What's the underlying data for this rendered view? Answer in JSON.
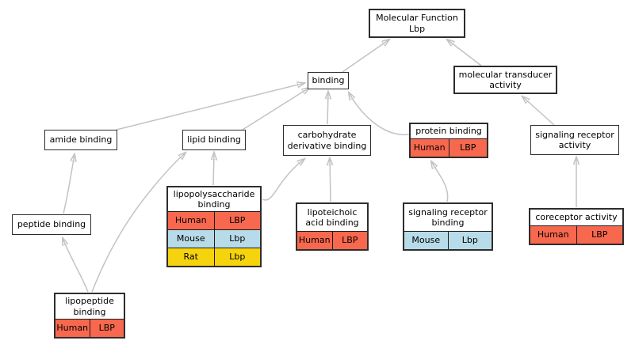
{
  "diagram": {
    "type": "gene-ontology-graph",
    "root_label": "Molecular Function Lbp"
  },
  "colors": {
    "human_row": "#f8684e",
    "mouse_row": "#b7dbe8",
    "rat_row": "#f5d30d",
    "edge": "#c3c3c3",
    "node_border": "#2d2d2d",
    "node_background": "#ffffff"
  },
  "nodes": {
    "mf_lbp": {
      "label": "Molecular Function Lbp"
    },
    "binding": {
      "label": "binding"
    },
    "molecular_transducer_activity": {
      "label": "molecular transducer activity"
    },
    "amide_binding": {
      "label": "amide binding"
    },
    "lipid_binding": {
      "label": "lipid binding"
    },
    "carbohydrate_derivative_binding": {
      "label": "carbohydrate derivative binding"
    },
    "protein_binding": {
      "label": "protein binding",
      "rows": [
        {
          "species": "Human",
          "gene": "LBP"
        }
      ]
    },
    "signaling_receptor_activity": {
      "label": "signaling receptor activity"
    },
    "peptide_binding": {
      "label": "peptide binding"
    },
    "lipopolysaccharide_binding": {
      "label": "lipopolysaccharide binding",
      "rows": [
        {
          "species": "Human",
          "gene": "LBP"
        },
        {
          "species": "Mouse",
          "gene": "Lbp"
        },
        {
          "species": "Rat",
          "gene": "Lbp"
        }
      ]
    },
    "lipoteichoic_acid_binding": {
      "label": "lipoteichoic acid binding",
      "rows": [
        {
          "species": "Human",
          "gene": "LBP"
        }
      ]
    },
    "signaling_receptor_binding": {
      "label": "signaling receptor binding",
      "rows": [
        {
          "species": "Mouse",
          "gene": "Lbp"
        }
      ]
    },
    "coreceptor_activity": {
      "label": "coreceptor activity",
      "rows": [
        {
          "species": "Human",
          "gene": "LBP"
        }
      ]
    },
    "lipopeptide_binding": {
      "label": "lipopeptide binding",
      "rows": [
        {
          "species": "Human",
          "gene": "LBP"
        }
      ]
    }
  },
  "edges": [
    {
      "from": "binding",
      "to": "mf_lbp"
    },
    {
      "from": "molecular_transducer_activity",
      "to": "mf_lbp"
    },
    {
      "from": "amide_binding",
      "to": "binding"
    },
    {
      "from": "lipid_binding",
      "to": "binding"
    },
    {
      "from": "carbohydrate_derivative_binding",
      "to": "binding"
    },
    {
      "from": "protein_binding",
      "to": "binding"
    },
    {
      "from": "signaling_receptor_activity",
      "to": "molecular_transducer_activity"
    },
    {
      "from": "peptide_binding",
      "to": "amide_binding"
    },
    {
      "from": "lipopolysaccharide_binding",
      "to": "lipid_binding"
    },
    {
      "from": "lipopolysaccharide_binding",
      "to": "carbohydrate_derivative_binding"
    },
    {
      "from": "lipoteichoic_acid_binding",
      "to": "carbohydrate_derivative_binding"
    },
    {
      "from": "signaling_receptor_binding",
      "to": "protein_binding"
    },
    {
      "from": "coreceptor_activity",
      "to": "signaling_receptor_activity"
    },
    {
      "from": "lipopeptide_binding",
      "to": "peptide_binding"
    },
    {
      "from": "lipopeptide_binding",
      "to": "lipid_binding"
    }
  ]
}
